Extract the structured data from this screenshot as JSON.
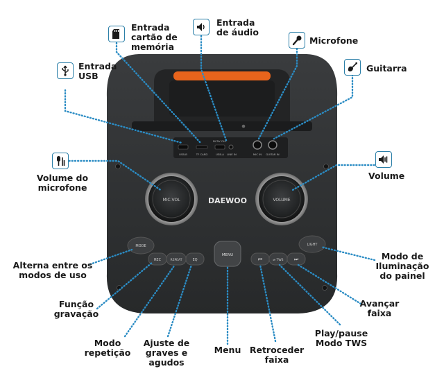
{
  "brand": "DAEWOO",
  "colors": {
    "accent": "#2b8cc4",
    "handle": "#e8641c",
    "body": "#2f3133"
  },
  "ports": {
    "usb_b": "USB-B",
    "tf_card": "TF CARD",
    "dc5v": "DC5V OUT",
    "usb_a": "USB-A",
    "line_in": "LINE IN",
    "mic_in": "MIC IN",
    "guitar_in": "GUITAR IN"
  },
  "knobs": {
    "mic_vol": "MIC.VOL",
    "volume": "VOLUME"
  },
  "buttons": {
    "mode": "MODE",
    "rec": "REC",
    "repeat": "REPEAT",
    "eq": "EQ",
    "menu": "MENU",
    "prev": "⏮",
    "play": "⏯ TWS",
    "next": "⏭",
    "light": "LIGHT"
  },
  "labels": {
    "usb": [
      "Entrada",
      "USB"
    ],
    "memory": [
      "Entrada",
      "cartão de",
      "memória"
    ],
    "audio": [
      "Entrada",
      "de áudio"
    ],
    "mic": [
      "Microfone"
    ],
    "guitar": [
      "Guitarra"
    ],
    "mic_volume": [
      "Volume do",
      "microfone"
    ],
    "volume": [
      "Volume"
    ],
    "mode": [
      "Alterna entre os",
      "modos de uso"
    ],
    "rec": [
      "Função",
      "gravação"
    ],
    "repeat": [
      "Modo",
      "repetição"
    ],
    "eq": [
      "Ajuste de",
      "graves e",
      "agudos"
    ],
    "menu": [
      "Menu"
    ],
    "prev": [
      "Retroceder",
      "faixa"
    ],
    "play": [
      "Play/pause",
      "Modo TWS"
    ],
    "next": [
      "Avançar",
      "faixa"
    ],
    "light": [
      "Modo de",
      "Iluminação",
      "do painel"
    ]
  },
  "icons": {
    "usb": "usb-icon",
    "memory": "sd-card-icon",
    "audio": "speaker-icon",
    "mic": "microphone-icon",
    "guitar": "guitar-icon",
    "mic_volume": "mic-volume-icon",
    "volume": "volume-icon"
  }
}
